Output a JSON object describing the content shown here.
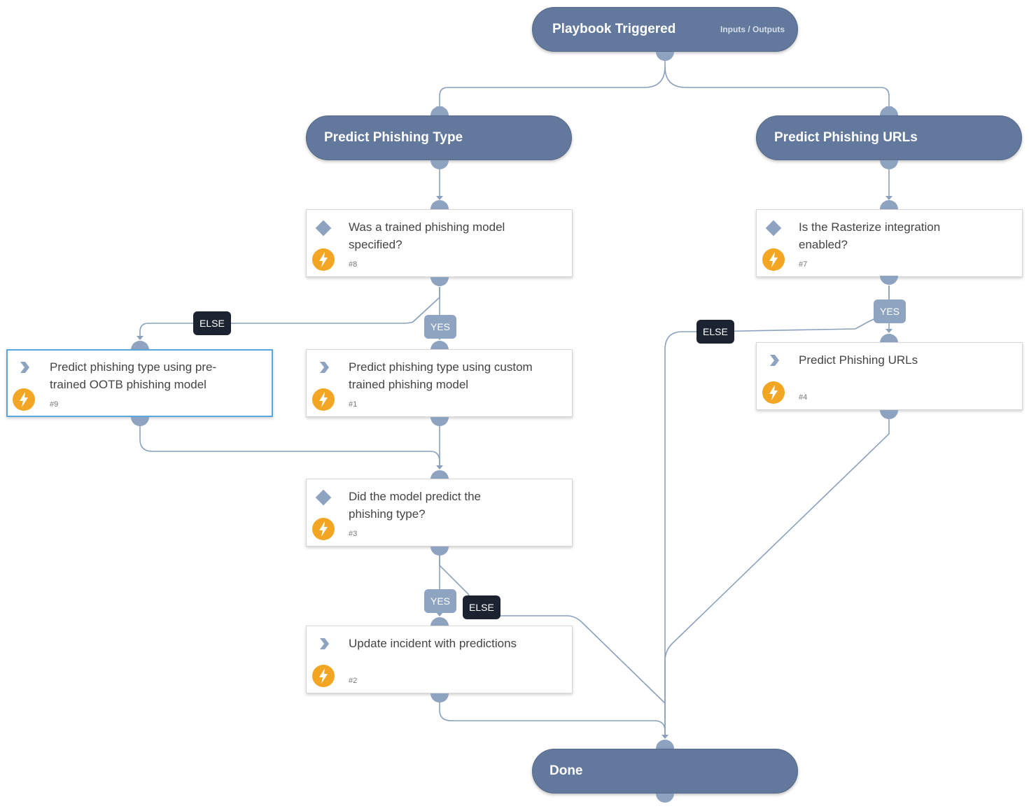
{
  "start": {
    "title": "Playbook Triggered",
    "link": "Inputs / Outputs"
  },
  "sections": {
    "left": {
      "title": "Predict Phishing Type"
    },
    "right": {
      "title": "Predict Phishing URLs"
    }
  },
  "tasks": {
    "t8": {
      "text": "Was a trained phishing model specified?",
      "num": "#8",
      "kind": "condition"
    },
    "t7": {
      "text": "Is the Rasterize integration enabled?",
      "num": "#7",
      "kind": "condition"
    },
    "t9": {
      "text": "Predict phishing type using pre-trained OOTB phishing model",
      "num": "#9",
      "kind": "automation"
    },
    "t1": {
      "text": "Predict phishing type using custom trained phishing model",
      "num": "#1",
      "kind": "automation"
    },
    "t4": {
      "text": "Predict Phishing URLs",
      "num": "#4",
      "kind": "automation"
    },
    "t3": {
      "text": "Did the model predict the phishing type?",
      "num": "#3",
      "kind": "condition"
    },
    "t2": {
      "text": "Update incident with predictions",
      "num": "#2",
      "kind": "automation"
    }
  },
  "labels": {
    "else_t8": "ELSE",
    "yes_t8": "YES",
    "else_t7": "ELSE",
    "yes_t7": "YES",
    "yes_t3": "YES",
    "else_t3": "ELSE"
  },
  "end": {
    "title": "Done"
  },
  "colors": {
    "pill": "#62789c",
    "port": "#8da3c0",
    "edge": "#8aa0bd",
    "else_label": "#1b2330",
    "yes_label": "#8ea4c0",
    "bolt": "#f2a623",
    "selected_border": "#5aa7e0"
  },
  "icons": {
    "condition": "diamond-icon",
    "automation": "chevron-right-icon",
    "bolt": "lightning-icon"
  }
}
